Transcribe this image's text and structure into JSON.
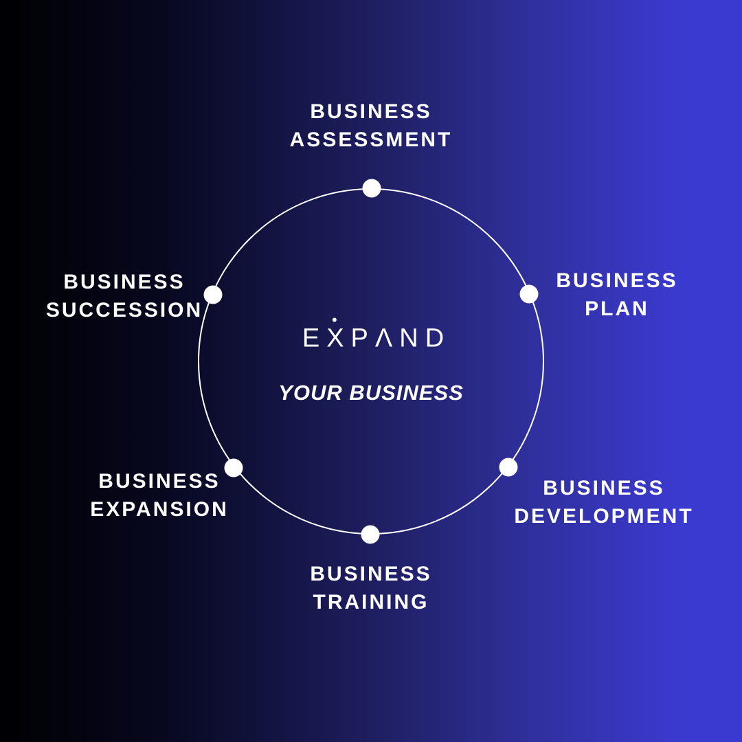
{
  "center": {
    "logo": {
      "pre": "E",
      "x": "X",
      "post": "PΛND"
    },
    "tagline": "YOUR BUSINESS"
  },
  "labels": {
    "assessment": {
      "line1": "BUSINESS",
      "line2": "ASSESSMENT"
    },
    "plan": {
      "line1": "BUSINESS",
      "line2": "PLAN"
    },
    "development": {
      "line1": "BUSINESS",
      "line2": "DEVELOPMENT"
    },
    "training": {
      "line1": "BUSINESS",
      "line2": "TRAINING"
    },
    "expansion": {
      "line1": "BUSINESS",
      "line2": "EXPANSION"
    },
    "succession": {
      "line1": "BUSINESS",
      "line2": "SUCCESSION"
    }
  },
  "colors": {
    "background_left": "#000002",
    "background_mid": "#1e1e60",
    "background_right": "#3b3ad0",
    "ring": "#ffffff",
    "node": "#ffffff",
    "text": "#ffffff"
  }
}
